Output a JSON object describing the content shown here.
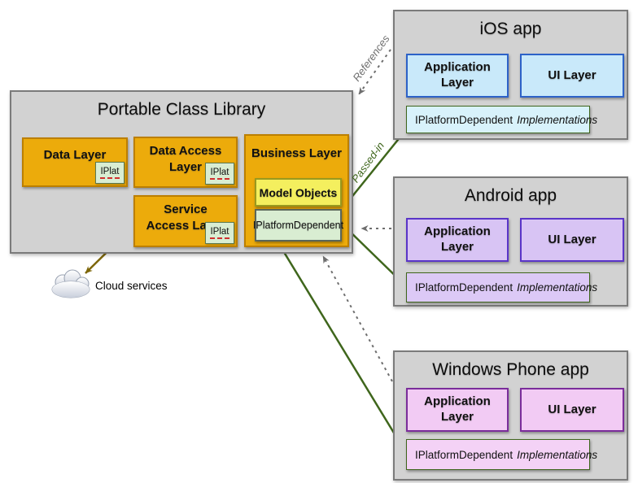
{
  "pcl": {
    "title": "Portable Class Library",
    "boxes": {
      "data_layer": "Data Layer",
      "data_access_layer": "Data Access Layer",
      "service_access_layer": "Service Access Layer",
      "business_layer": "Business Layer",
      "model_objects": "Model Objects",
      "iplatform_dependent": "IPlatformDependent",
      "iplat": "IPlat"
    }
  },
  "cloud": {
    "label": "Cloud services"
  },
  "connector_labels": {
    "references": "References",
    "passed_in": "Passed-in"
  },
  "apps": [
    {
      "title": "iOS app",
      "application_layer": "Application Layer",
      "ui_layer": "UI Layer",
      "impl_interface": "IPlatformDependent",
      "impl_suffix": "Implementations"
    },
    {
      "title": "Android app",
      "application_layer": "Application Layer",
      "ui_layer": "UI Layer",
      "impl_interface": "IPlatformDependent",
      "impl_suffix": "Implementations"
    },
    {
      "title": "Windows Phone app",
      "application_layer": "Application Layer",
      "ui_layer": "UI Layer",
      "impl_interface": "IPlatformDependent",
      "impl_suffix": "Implementations"
    }
  ],
  "colors": {
    "container_gray": "#d2d2d2",
    "container_border": "#7b7b7b",
    "orange_fill": "#ecab0b",
    "orange_border": "#bc7f00",
    "green_box_fill": "#d9edd2",
    "yellow_fill": "#f4ef5e",
    "ios_fill": "#c9e9fa",
    "ios_border": "#2d62c8",
    "android_fill": "#d8c4f4",
    "android_border": "#5a35c8",
    "wp_fill": "#f2cbf4",
    "wp_border": "#7b2d9b",
    "impl_border_green": "#3f661c",
    "arrow_green": "#3f661c",
    "arrow_olive": "#7d6608",
    "arrow_gray": "#6e6e6e",
    "spellcheck_red": "#cf3030"
  }
}
